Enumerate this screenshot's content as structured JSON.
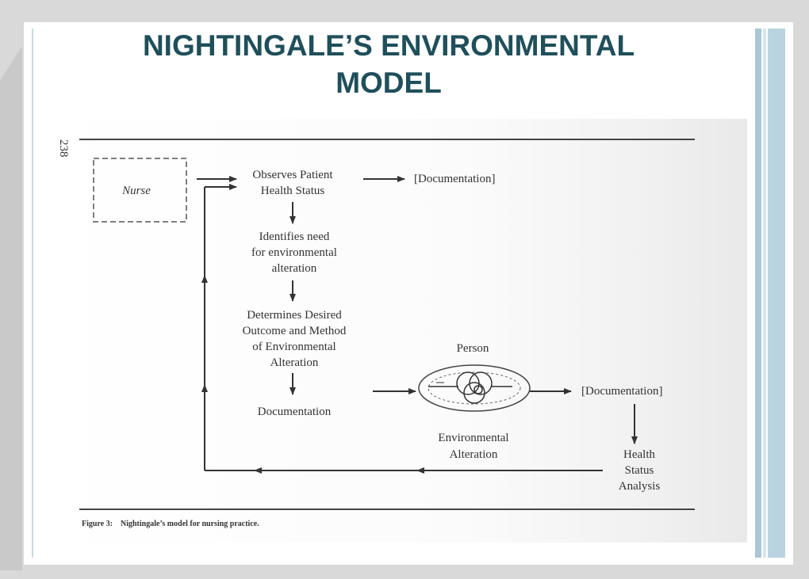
{
  "slide": {
    "title": "NIGHTINGALE’S ENVIRONMENTAL\nMODEL"
  },
  "page": {
    "page_number": "238"
  },
  "diagram": {
    "nurse": "Nurse",
    "observes_1": "Observes Patient",
    "observes_2": "Health Status",
    "documentation_top": "[Documentation]",
    "identifies_1": "Identifies need",
    "identifies_2": "for environmental",
    "identifies_3": "alteration",
    "determines_1": "Determines Desired",
    "determines_2": "Outcome and Method",
    "determines_3": "of Environmental",
    "determines_4": "Alteration",
    "documentation_mid": "Documentation",
    "person": "Person",
    "documentation_right": "[Documentation]",
    "env_alt_1": "Environmental",
    "env_alt_2": "Alteration",
    "health_1": "Health",
    "health_2": "Status",
    "health_3": "Analysis"
  },
  "caption": {
    "label": "Figure 3:",
    "text": "Nightingale’s model for nursing practice."
  }
}
